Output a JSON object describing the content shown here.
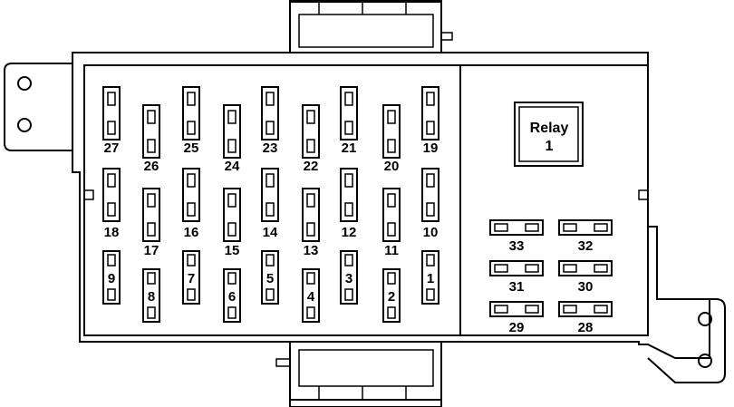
{
  "relay": {
    "title": "Relay",
    "number": "1"
  },
  "fuses": {
    "f1": "1",
    "f2": "2",
    "f3": "3",
    "f4": "4",
    "f5": "5",
    "f6": "6",
    "f7": "7",
    "f8": "8",
    "f9": "9",
    "f10": "10",
    "f11": "11",
    "f12": "12",
    "f13": "13",
    "f14": "14",
    "f15": "15",
    "f16": "16",
    "f17": "17",
    "f18": "18",
    "f19": "19",
    "f20": "20",
    "f21": "21",
    "f22": "22",
    "f23": "23",
    "f24": "24",
    "f25": "25",
    "f26": "26",
    "f27": "27",
    "f28": "28",
    "f29": "29",
    "f30": "30",
    "f31": "31",
    "f32": "32",
    "f33": "33"
  }
}
